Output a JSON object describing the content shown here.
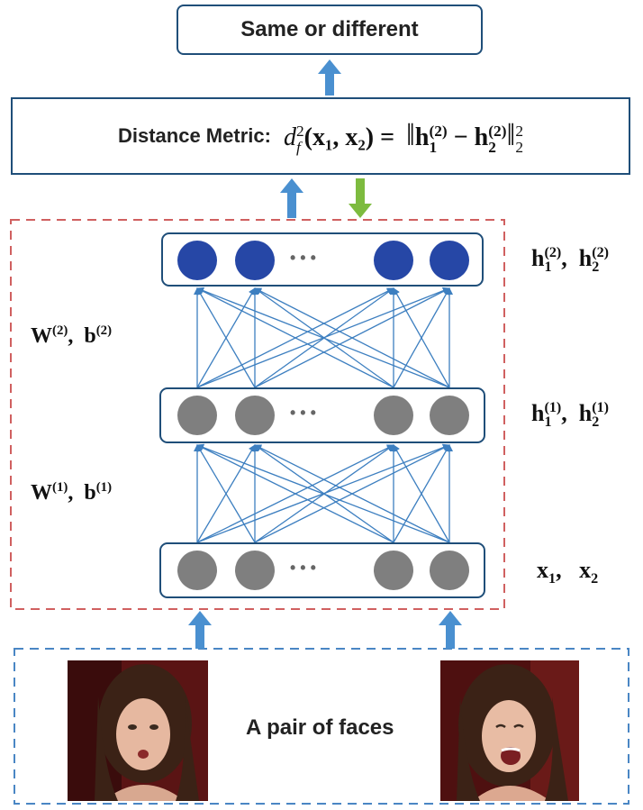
{
  "output": {
    "label": "Same or different"
  },
  "metric": {
    "prefix": "Distance Metric:",
    "lhs_d": "d",
    "lhs_f": "f",
    "lhs_sq": "2",
    "lhs_args": "(x₁, x₂) =",
    "rhs_h": "h",
    "rhs_i1": "1",
    "rhs_i2": "2",
    "rhs_sup": "(2)",
    "rhs_minus": "−",
    "rhs_norm_sup": "2",
    "rhs_norm_sub": "2"
  },
  "layers": {
    "top_label_a": "h",
    "top_label_b": "h",
    "top_sub_a": "1",
    "top_sub_b": "2",
    "top_sup": "(2)",
    "mid_label_a": "h",
    "mid_label_b": "h",
    "mid_sub_a": "1",
    "mid_sub_b": "2",
    "mid_sup": "(1)",
    "bot_label_a": "x",
    "bot_label_b": "x",
    "bot_sub_a": "1",
    "bot_sub_b": "2",
    "dots": "• • •"
  },
  "weights": {
    "upper_W": "W",
    "upper_b": "b",
    "upper_sup": "(2)",
    "lower_W": "W",
    "lower_b": "b",
    "lower_sup": "(1)",
    "sep": ","
  },
  "input": {
    "label": "A pair of faces"
  },
  "colors": {
    "frame": "#1f4e79",
    "top_nodes": "#2647a6",
    "gray_nodes": "#7f7f7f",
    "edges": "#3d7fc0",
    "up_arrow": "#4a90d0",
    "down_arrow": "#7dbb3f",
    "red_dash": "#d06060",
    "blue_dash": "#4a86c4"
  }
}
